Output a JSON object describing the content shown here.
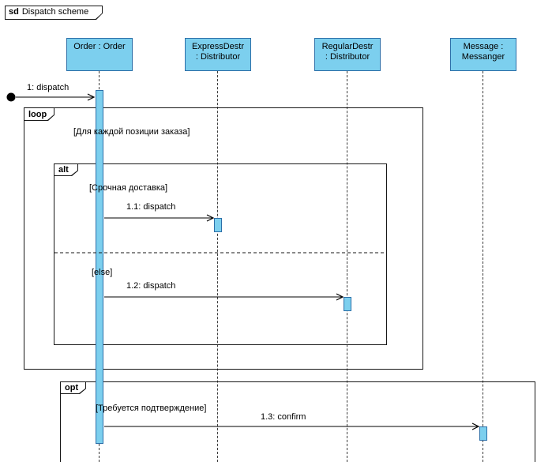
{
  "title": {
    "keyword": "sd",
    "text": "Dispatch scheme"
  },
  "colors": {
    "lifeline_fill": "#7ccfee",
    "lifeline_border": "#2c6fa8",
    "frame_border": "#161616"
  },
  "lifelines": [
    {
      "name": "Order : Order"
    },
    {
      "name": "ExpressDestr\n: Distributor"
    },
    {
      "name": "RegularDestr\n: Distributor"
    },
    {
      "name": "Message :\nMessanger"
    }
  ],
  "fragments": {
    "loop": {
      "label": "loop",
      "guard": "[Для каждой позиции заказа]"
    },
    "alt": {
      "label": "alt",
      "guard1": "[Срочная доставка]",
      "guard2": "[else]"
    },
    "opt": {
      "label": "opt",
      "guard": "[Требуется подтверждение]"
    }
  },
  "messages": [
    {
      "label": "1: dispatch"
    },
    {
      "label": "1.1: dispatch"
    },
    {
      "label": "1.2: dispatch"
    },
    {
      "label": "1.3: confirm"
    }
  ]
}
